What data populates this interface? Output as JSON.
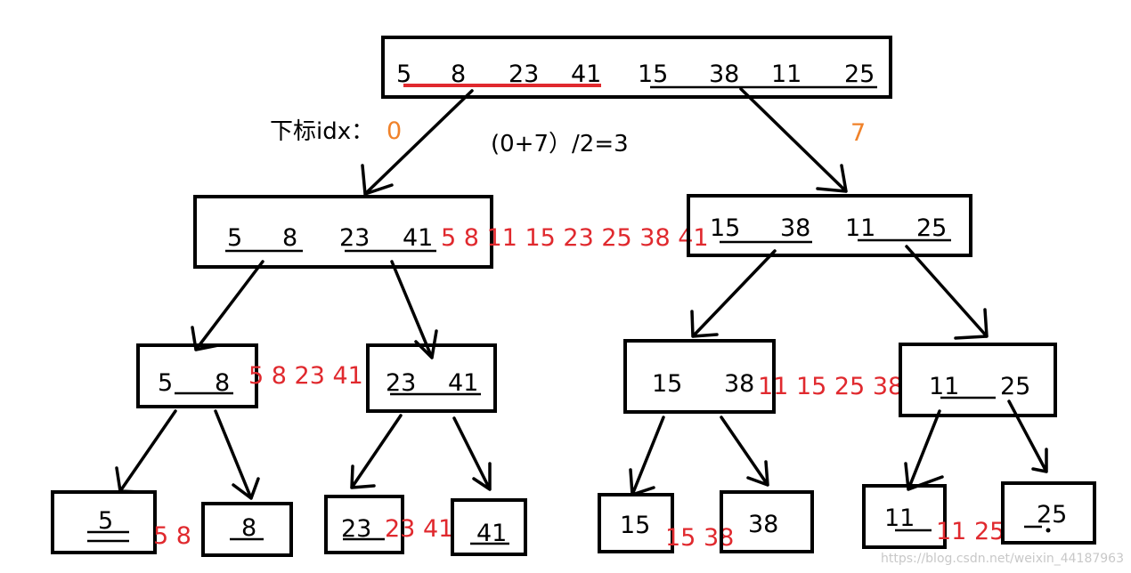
{
  "root": {
    "values": [
      "5",
      "8",
      "23",
      "41",
      "15",
      "38",
      "11",
      "25"
    ]
  },
  "index_label": "下标idx：",
  "index_start": "0",
  "index_end": "7",
  "mid_formula": "(0+7）/2=3",
  "level1": {
    "left": {
      "values": [
        "5",
        "8",
        "23",
        "41"
      ],
      "merged": "5 8 11 15 23 25 38 41"
    },
    "right": {
      "values": [
        "15",
        "38",
        "11",
        "25"
      ]
    }
  },
  "level2": {
    "n1": {
      "values": [
        "5",
        "8"
      ],
      "merged": "5  8  23  41"
    },
    "n2": {
      "values": [
        "23",
        "41"
      ]
    },
    "n3": {
      "values": [
        "15",
        "38"
      ],
      "merged": "11 15  25  38"
    },
    "n4": {
      "values": [
        "11",
        "25"
      ]
    }
  },
  "leaves": {
    "l1": "5",
    "l2": "8",
    "l3": "23",
    "l4": "41",
    "l5": "15",
    "l6": "38",
    "l7": "11",
    "l8": "25"
  },
  "leaf_merges": {
    "m1": "5  8",
    "m2": "23  41",
    "m3": "15  38",
    "m4": "11  25"
  },
  "watermark": "https://blog.csdn.net/weixin_44187963",
  "colors": {
    "merge": "#e0292e",
    "index": "#f0822a",
    "ink": "#000000"
  }
}
